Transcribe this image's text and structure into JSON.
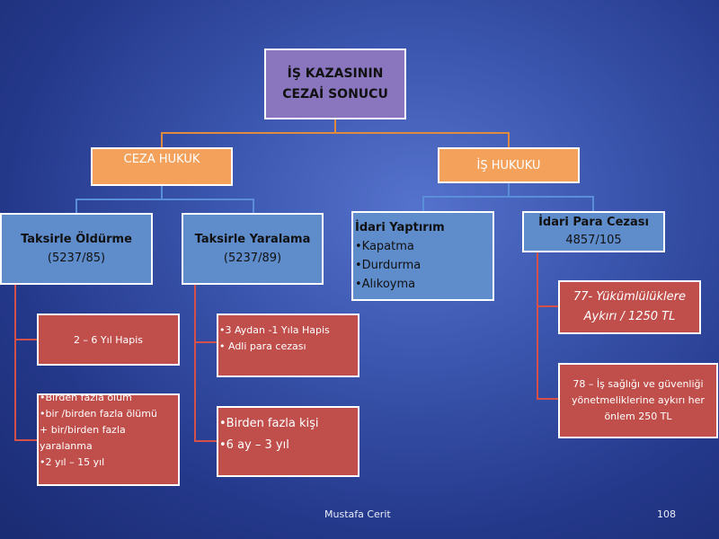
{
  "root": {
    "line1": "İŞ KAZASININ",
    "line2": "CEZAİ SONUCU"
  },
  "ceza": "CEZA HUKUK",
  "is": "İŞ HUKUKU",
  "taksirle_oldurme": {
    "title": "Taksirle Öldürme",
    "law": "(5237/85)"
  },
  "taksirle_yaralama": {
    "title": "Taksirle Yaralama",
    "law": "(5237/89)"
  },
  "idari_yaptirim": {
    "title": "İdari Yaptırım",
    "items": [
      "•Kapatma",
      "•Durdurma",
      "•Alıkoyma"
    ]
  },
  "idari_para": {
    "title": "İdari Para Cezası",
    "law": "4857/105"
  },
  "oldurme_box1": {
    "text": "2 – 6 Yıl Hapis"
  },
  "oldurme_box2": {
    "items": [
      "•Birden fazla ölüm",
      "•bir /birden fazla ölümü",
      "+ bir/birden fazla",
      "yaralanma",
      "•2 yıl – 15 yıl"
    ]
  },
  "yaralama_box1": {
    "items": [
      "•3 Aydan -1 Yıla Hapis",
      "• Adli para cezası"
    ]
  },
  "yaralama_box2": {
    "items": [
      "•Birden fazla kişi",
      "•6 ay – 3 yıl"
    ]
  },
  "para_box1": {
    "line1": "77- Yükümlülüklere",
    "line2": "Aykırı  / 1250 TL"
  },
  "para_box2": {
    "line1": "78 – İş sağlığı ve güvenliği",
    "line2": "yönetmeliklerine aykırı her",
    "line3": "önlem 250 TL"
  },
  "footer": {
    "author": "Mustafa Cerit",
    "page": "108"
  },
  "colors": {
    "connector_orange": "#e08a3f",
    "connector_blue": "#5b8ed8",
    "connector_red": "#d45048"
  }
}
